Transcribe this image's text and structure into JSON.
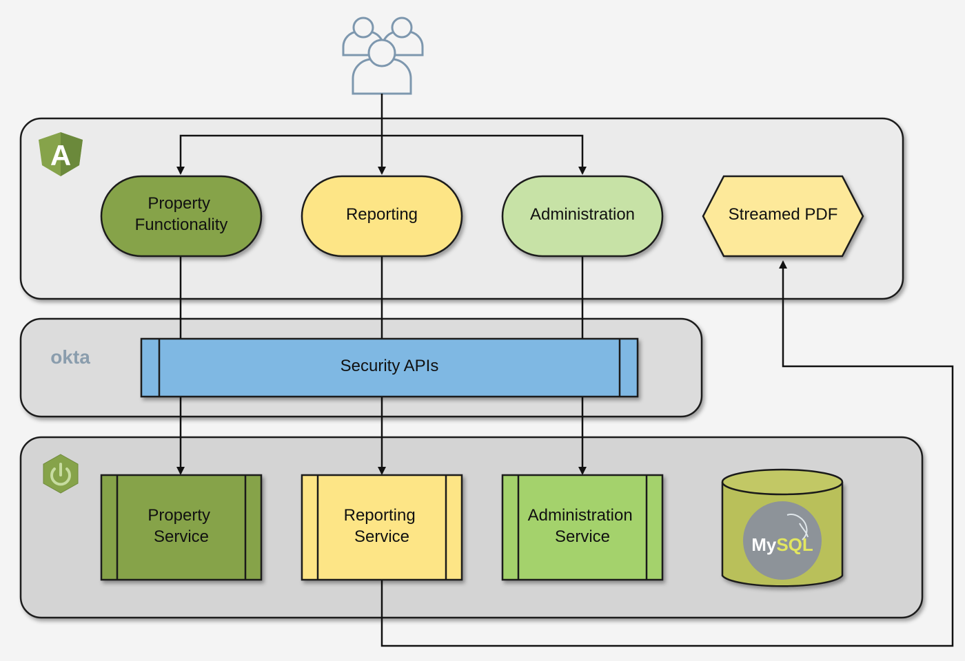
{
  "frontend": {
    "nodes": [
      {
        "label_lines": [
          "Property",
          "Functionality"
        ]
      },
      {
        "label_lines": [
          "Reporting"
        ]
      },
      {
        "label_lines": [
          "Administration"
        ]
      },
      {
        "label_lines": [
          "Streamed PDF"
        ]
      }
    ]
  },
  "security": {
    "logo_text": "okta",
    "api_label": "Security APIs"
  },
  "backend": {
    "services": [
      {
        "label_lines": [
          "Property",
          "Service"
        ]
      },
      {
        "label_lines": [
          "Reporting",
          "Service"
        ]
      },
      {
        "label_lines": [
          "Administration",
          "Service"
        ]
      }
    ],
    "database": {
      "logo_my": "My",
      "logo_sql": "SQL"
    }
  },
  "colors": {
    "property": "#86a34a",
    "reporting": "#fde586",
    "administration": "#c7e2a6",
    "admin_service": "#a4d26c",
    "pdf": "#fde99a",
    "security_api": "#7fb8e3",
    "mysql": "#b9c05a",
    "users_icon": "#7d97ae",
    "layer_fill": "#ebebeb",
    "okta_layer_fill": "#dcdcdc",
    "backend_layer_fill": "#d4d4d4"
  },
  "logos": {
    "angular_letter": "A"
  }
}
